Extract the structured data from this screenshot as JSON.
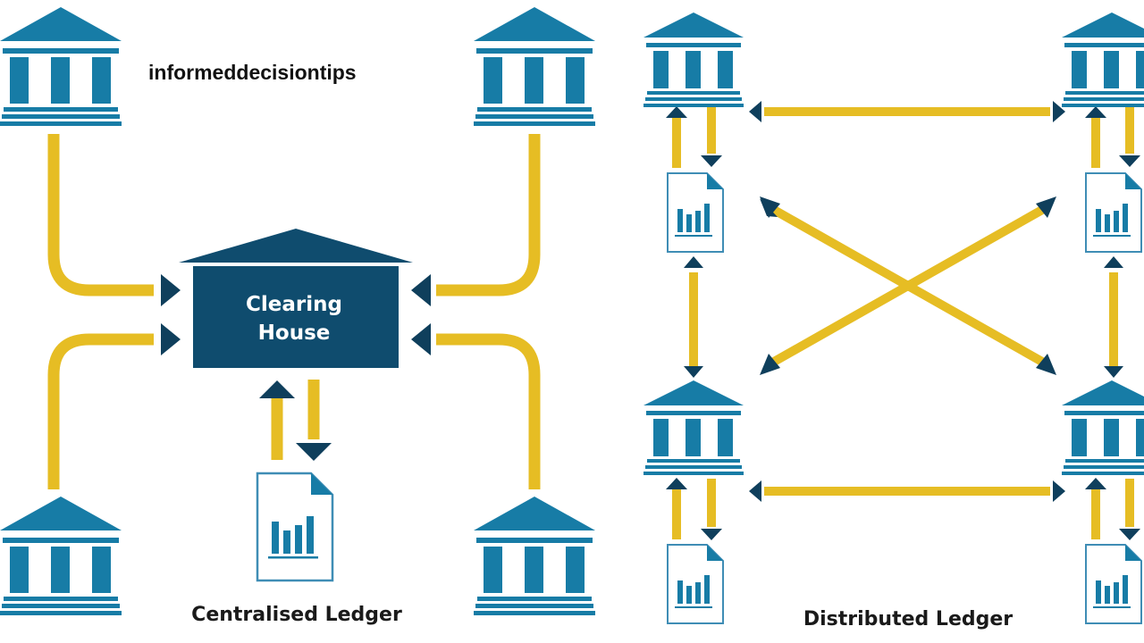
{
  "watermark": "informeddecisiontips",
  "centralised": {
    "hub_line1": "Clearing",
    "hub_line2": "House",
    "caption": "Centralised Ledger"
  },
  "distributed": {
    "caption": "Distributed Ledger"
  },
  "colors": {
    "bank": "#177ca6",
    "hub": "#0f4c6e",
    "arrow_head": "#0f3f5c",
    "connector": "#e6bd24",
    "document_border": "#3f8db5"
  },
  "icons": [
    "bank-icon",
    "clearing-house-icon",
    "ledger-document-icon",
    "arrow-icon"
  ]
}
